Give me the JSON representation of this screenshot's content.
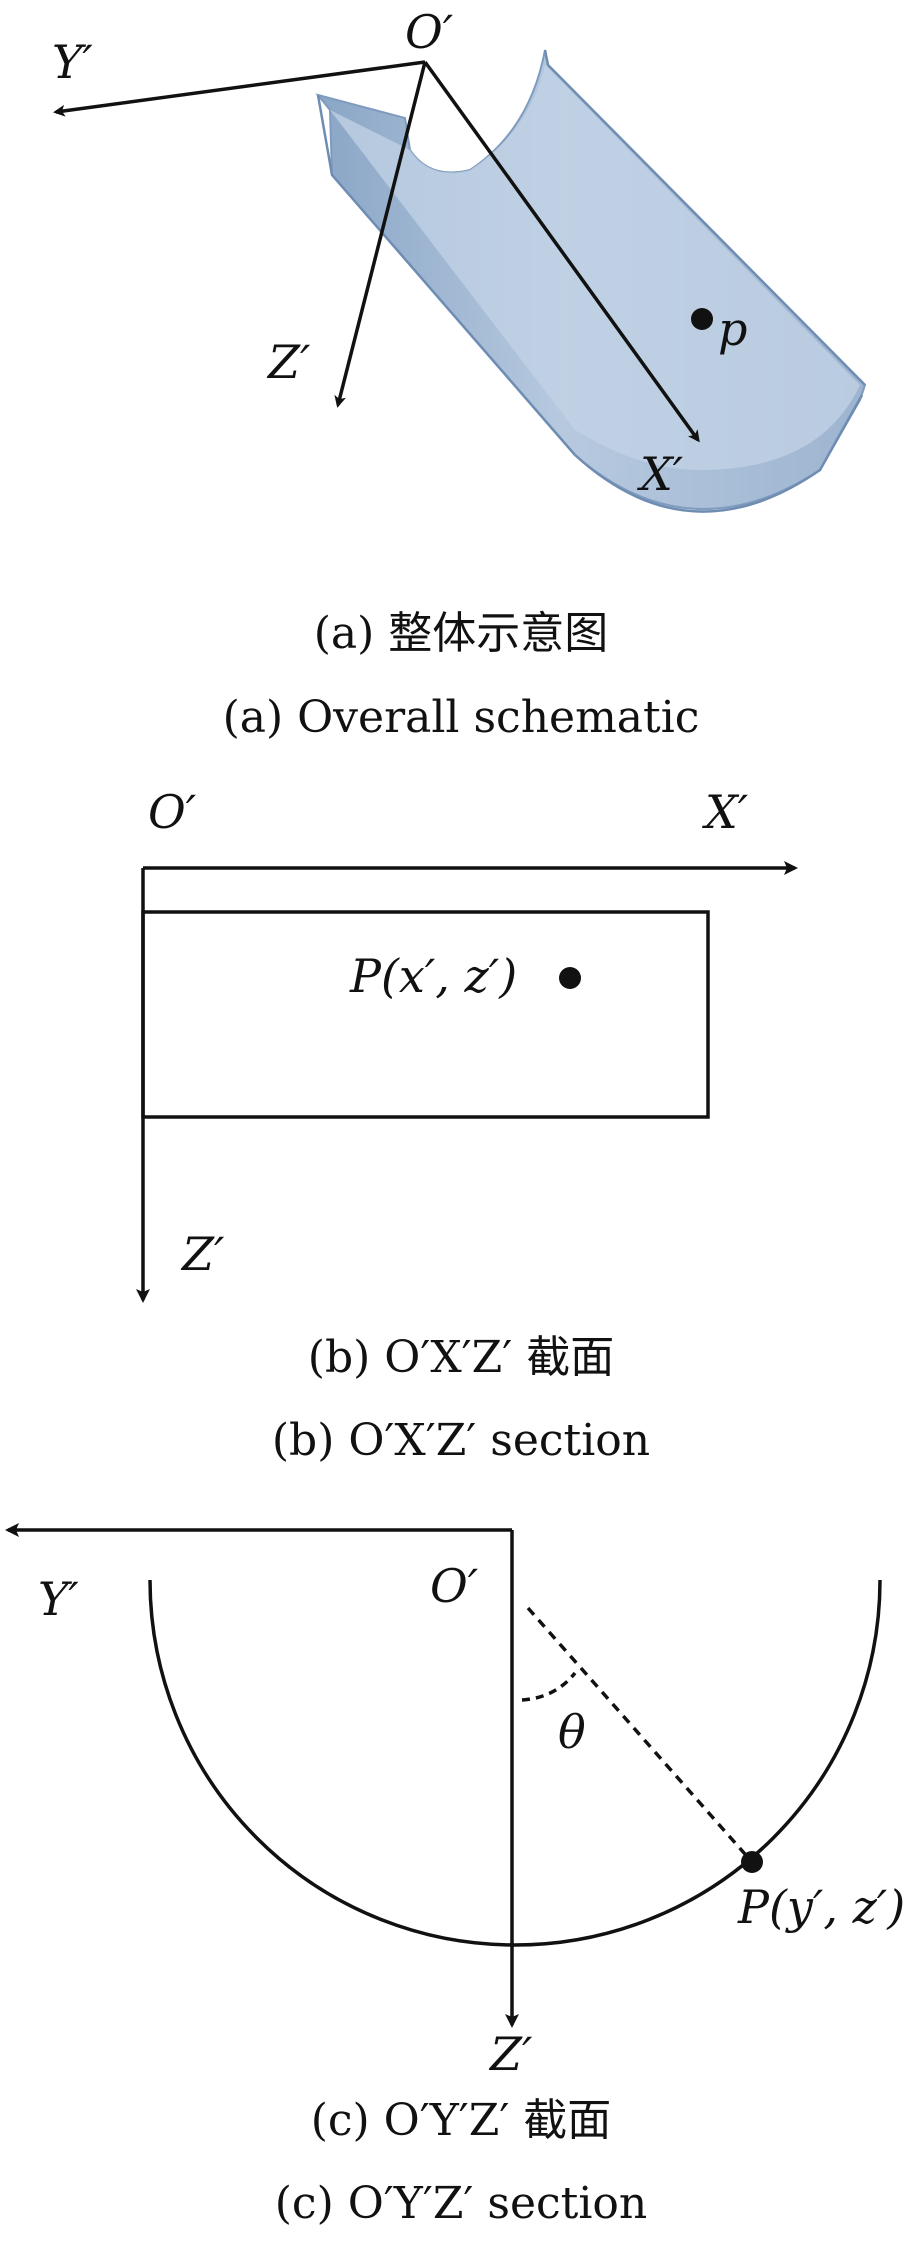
{
  "figure_a": {
    "labels": {
      "origin": "O′",
      "y_axis": "Y′",
      "z_axis": "Z′",
      "x_axis": "X′",
      "point": "p"
    },
    "caption_cn": "(a) 整体示意图",
    "caption_en": "(a) Overall schematic",
    "colors": {
      "trough_fill": "#a9bfd8",
      "trough_edge": "#7f9bbd",
      "trough_inner": "#c7d6e8"
    }
  },
  "figure_b": {
    "labels": {
      "origin": "O′",
      "x_axis": "X′",
      "z_axis": "Z′",
      "point": "P(x′, z′)"
    },
    "caption_cn": "(b) O′X′Z′ 截面",
    "caption_en": "(b) O′X′Z′ section"
  },
  "figure_c": {
    "labels": {
      "origin": "O′",
      "y_axis": "Y′",
      "z_axis": "Z′",
      "angle": "θ",
      "point": "P(y′, z′)"
    },
    "caption_cn": "(c) O′Y′Z′ 截面",
    "caption_en": "(c) O′Y′Z′ section"
  }
}
